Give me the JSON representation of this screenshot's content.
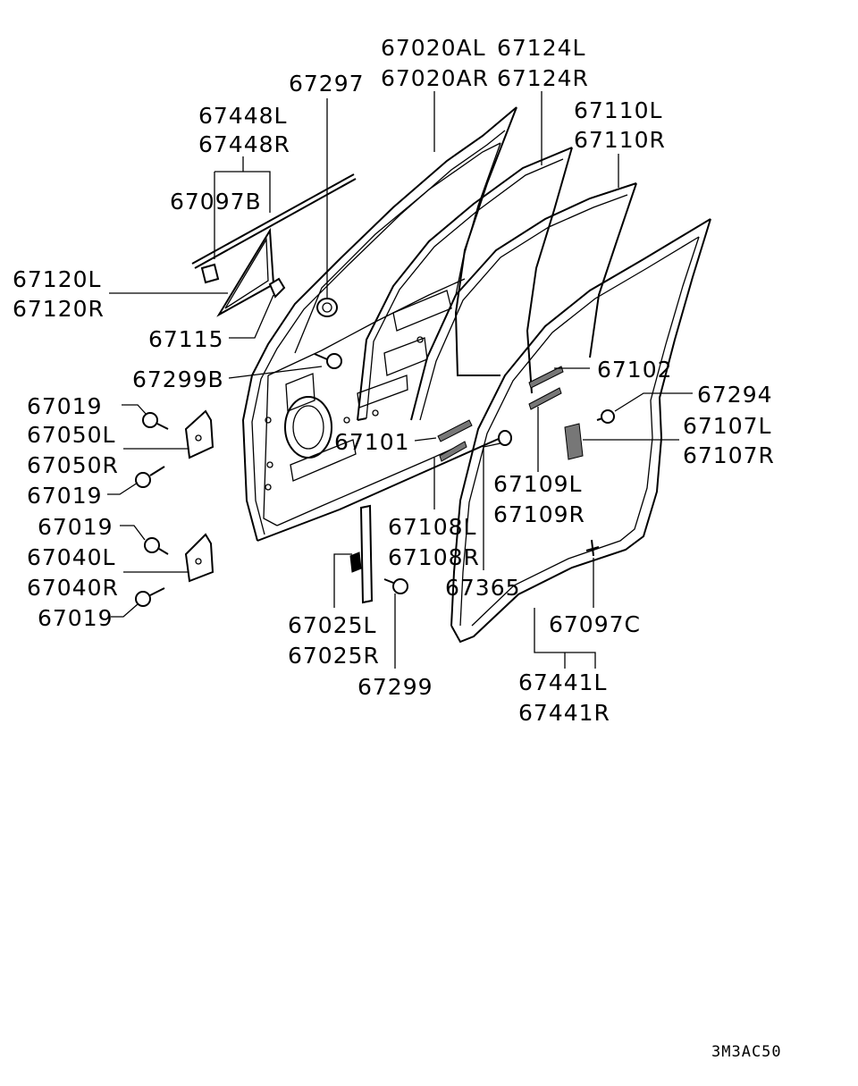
{
  "diagram": {
    "code": "3M3AC50",
    "labels": [
      "67020AL",
      "67020AR",
      "67124L",
      "67124R",
      "67297",
      "67448L",
      "67448R",
      "67110L",
      "67110R",
      "67097B",
      "67120L",
      "67120R",
      "67115",
      "67102",
      "67299B",
      "67294",
      "67107L",
      "67107R",
      "67019",
      "67050L",
      "67050R",
      "67101",
      "67019",
      "67109L",
      "67109R",
      "67019",
      "67108L",
      "67108R",
      "67040L",
      "67040R",
      "67365",
      "67019",
      "67025L",
      "67025R",
      "67097C",
      "67299",
      "67441L",
      "67441R"
    ]
  }
}
